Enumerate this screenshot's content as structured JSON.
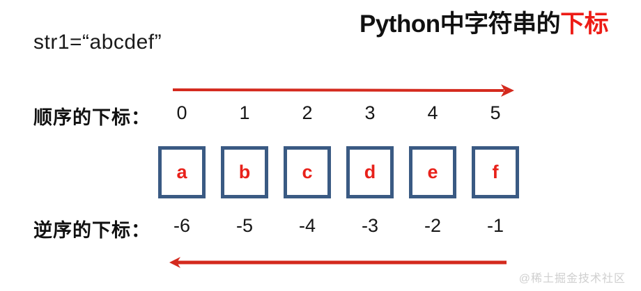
{
  "title": {
    "main": "Python中字符串的",
    "accent": "下标"
  },
  "source": {
    "declaration": "str1=“abcdef”"
  },
  "labels": {
    "forward": "顺序的下标：",
    "reverse": "逆序的下标："
  },
  "diagram_data": {
    "type": "diagram",
    "string_value": "abcdef",
    "characters": [
      "a",
      "b",
      "c",
      "d",
      "e",
      "f"
    ],
    "forward_indices": [
      "0",
      "1",
      "2",
      "3",
      "4",
      "5"
    ],
    "reverse_indices": [
      "-6",
      "-5",
      "-4",
      "-3",
      "-2",
      "-1"
    ],
    "arrows": [
      {
        "name": "forward-direction-arrow",
        "direction": "right",
        "color": "#d42a1e"
      },
      {
        "name": "reverse-direction-arrow",
        "direction": "left",
        "color": "#d42a1e"
      }
    ],
    "colors": {
      "box_border": "#3a5a83",
      "character": "#e8211a",
      "accent": "#ed1c16",
      "text": "#111111",
      "background": "#ffffff"
    }
  },
  "watermark": {
    "text": "@稀土掘金技术社区"
  }
}
